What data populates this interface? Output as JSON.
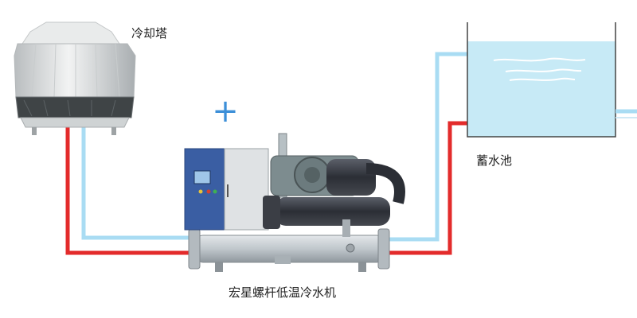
{
  "labels": {
    "cooling_tower": "冷却塔",
    "storage_pool": "蓄水池",
    "chiller": "宏星螺杆低温冷水机"
  },
  "symbols": {
    "plus": "+"
  },
  "colors": {
    "hot_pipe": "#e32b2b",
    "cold_pipe": "#a9dcf3",
    "water": "#c7eaf6",
    "plus": "#3c8fd8",
    "chiller_panel": "#3a5ea3",
    "chiller_body": "#c9cfd4"
  }
}
